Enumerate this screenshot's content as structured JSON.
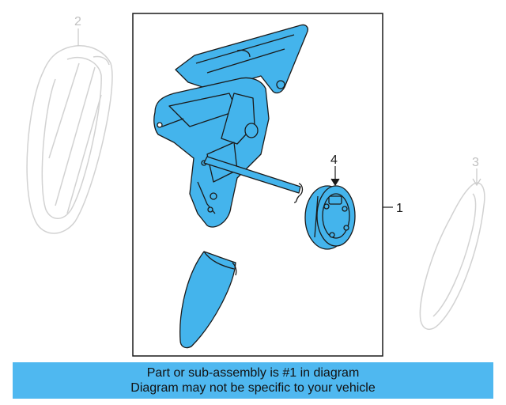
{
  "callouts": {
    "main_assembly": "1",
    "cover": "2",
    "glass": "3",
    "motor": "4"
  },
  "banner": {
    "line1": "Part or sub-assembly is #1 in diagram",
    "line2": "Diagram may not be specific to your vehicle"
  },
  "colors": {
    "part_fill": "#44b4ec",
    "ghost_part": "#d4d4d4",
    "outline": "#1a1a1a",
    "banner_bg": "#4fb8f0"
  }
}
